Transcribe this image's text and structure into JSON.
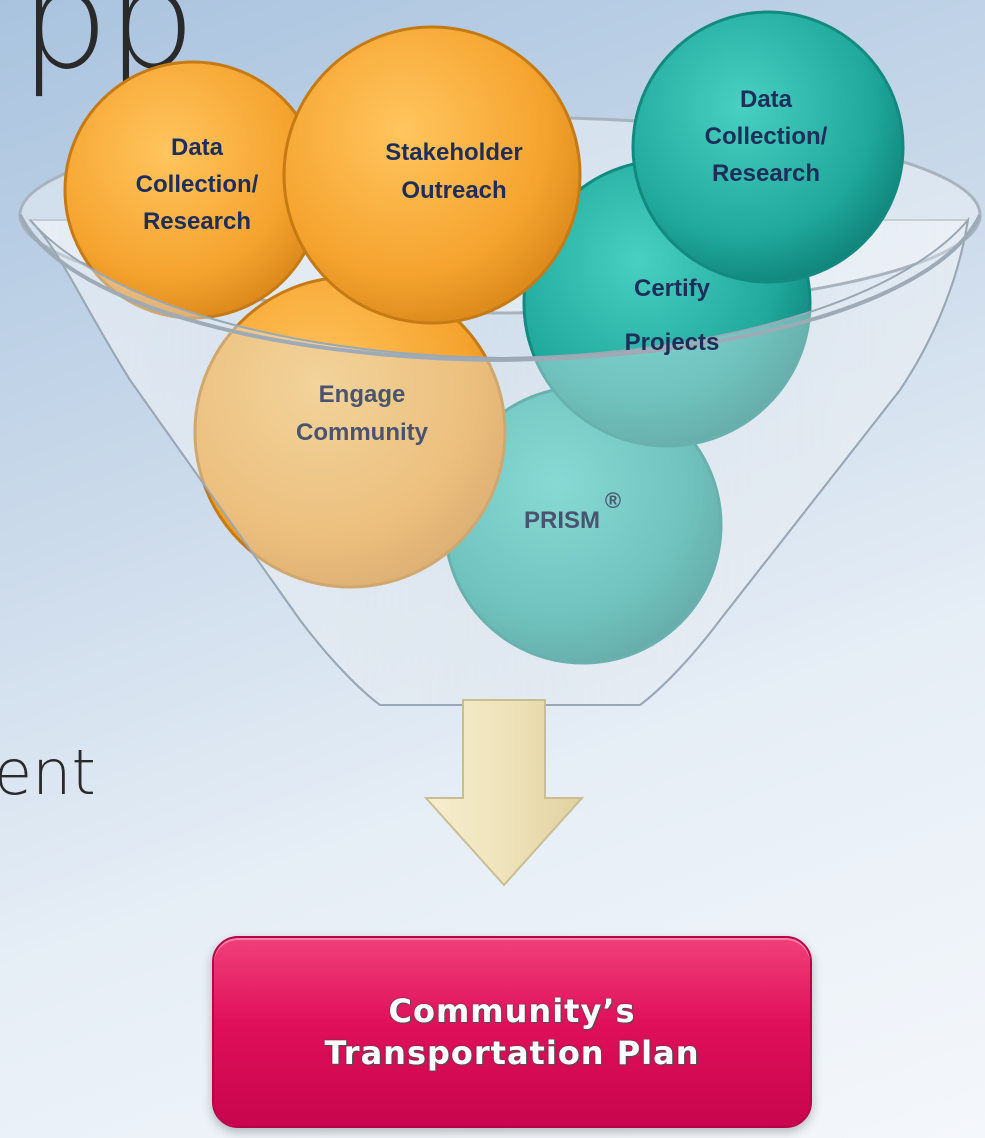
{
  "slide_text": {
    "top_fragment": "pp",
    "mid_fragment": "ent"
  },
  "balls": {
    "orange_data": {
      "line1": "Data",
      "line2": "Collection/",
      "line3": "Research",
      "color": "#f5a83a"
    },
    "orange_stakeholder": {
      "line1": "Stakeholder",
      "line2": "Outreach",
      "color": "#f5a83a"
    },
    "orange_engage": {
      "line1": "Engage",
      "line2": "Community",
      "color": "#f0a040"
    },
    "teal_data": {
      "line1": "Data",
      "line2": "Collection/",
      "line3": "Research",
      "color": "#2bb3a6"
    },
    "teal_certify": {
      "line1": "Certify",
      "line2": "Projects",
      "color": "#27aea1"
    },
    "teal_prism": {
      "label": "PRISM",
      "mark": "®",
      "color": "#3cb8ae"
    }
  },
  "result": {
    "line1": "Community’s",
    "line2": "Transportation Plan",
    "color": "#e0105a"
  },
  "colors": {
    "label_navy": "#1f2d5a",
    "label_dim": "#4a5470",
    "arrow_fill": "#efe3bb"
  }
}
